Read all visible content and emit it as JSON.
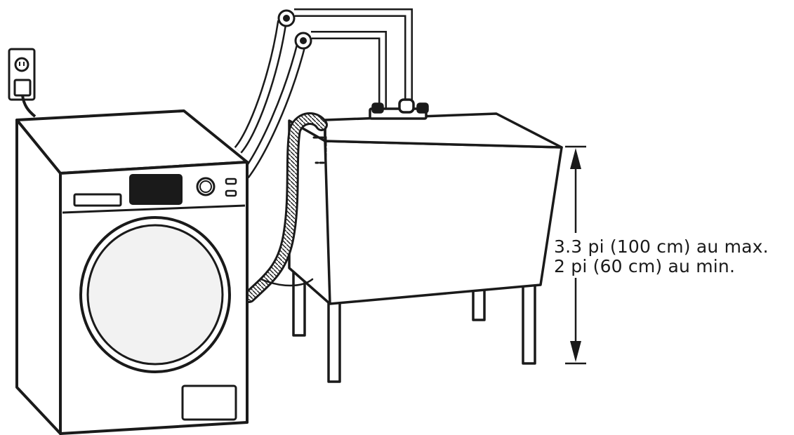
{
  "diagram": {
    "height_range": {
      "max_label": "3.3 pi (100 cm) au max.",
      "min_label": "2 pi (60 cm) au min."
    },
    "components": [
      "wall-outlet-icon",
      "washer-icon",
      "water-hoses",
      "drain-hose",
      "laundry-tub-icon",
      "height-arrow-icon"
    ],
    "colors": {
      "line": "#1a1a1a",
      "fill": "#ffffff",
      "door-glass": "#f2f2f2",
      "display": "#1a1a1a"
    }
  }
}
